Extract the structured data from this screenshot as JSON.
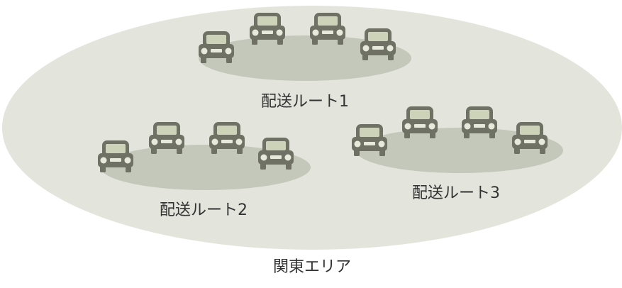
{
  "area": {
    "label": "関東エリア",
    "fill": "#e3e5dc"
  },
  "routes": [
    {
      "label": "配送ルート1",
      "vehicle_count": 4
    },
    {
      "label": "配送ルート2",
      "vehicle_count": 4
    },
    {
      "label": "配送ルート3",
      "vehicle_count": 4
    }
  ],
  "colors": {
    "route_shadow": "#c4c8bb",
    "car_body": "#6e7164",
    "car_window": "#cdd3b9",
    "car_light": "#e7eadb"
  },
  "icons": {
    "vehicle": "car-icon"
  }
}
